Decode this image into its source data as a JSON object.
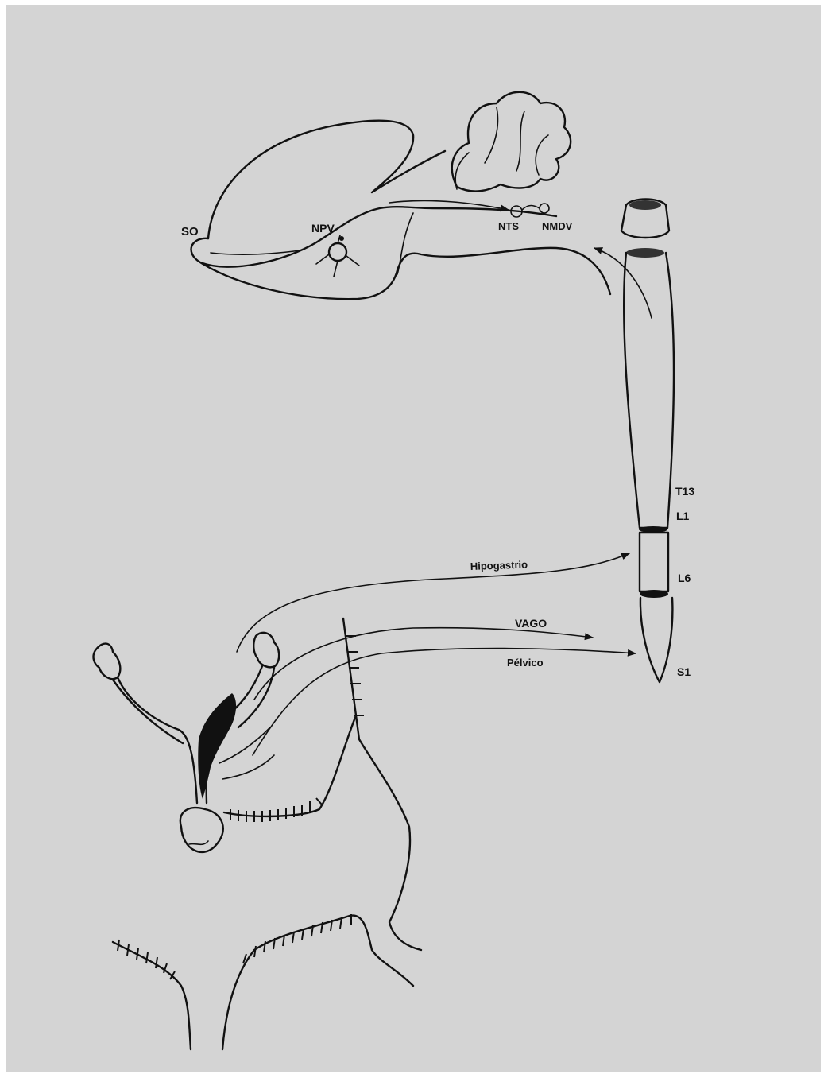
{
  "colors": {
    "paper": "#d4d4d4",
    "ink": "#111111",
    "border": "#ffffff"
  },
  "labels": {
    "so": "SO",
    "npv": "NPV",
    "nts": "NTS",
    "nmdv": "NMDV",
    "t13": "T13",
    "l1": "L1",
    "l6": "L6",
    "s1": "S1",
    "hipogastrio": "Hipogastrio",
    "vago": "VAGO",
    "pelvico": "Pélvico"
  }
}
